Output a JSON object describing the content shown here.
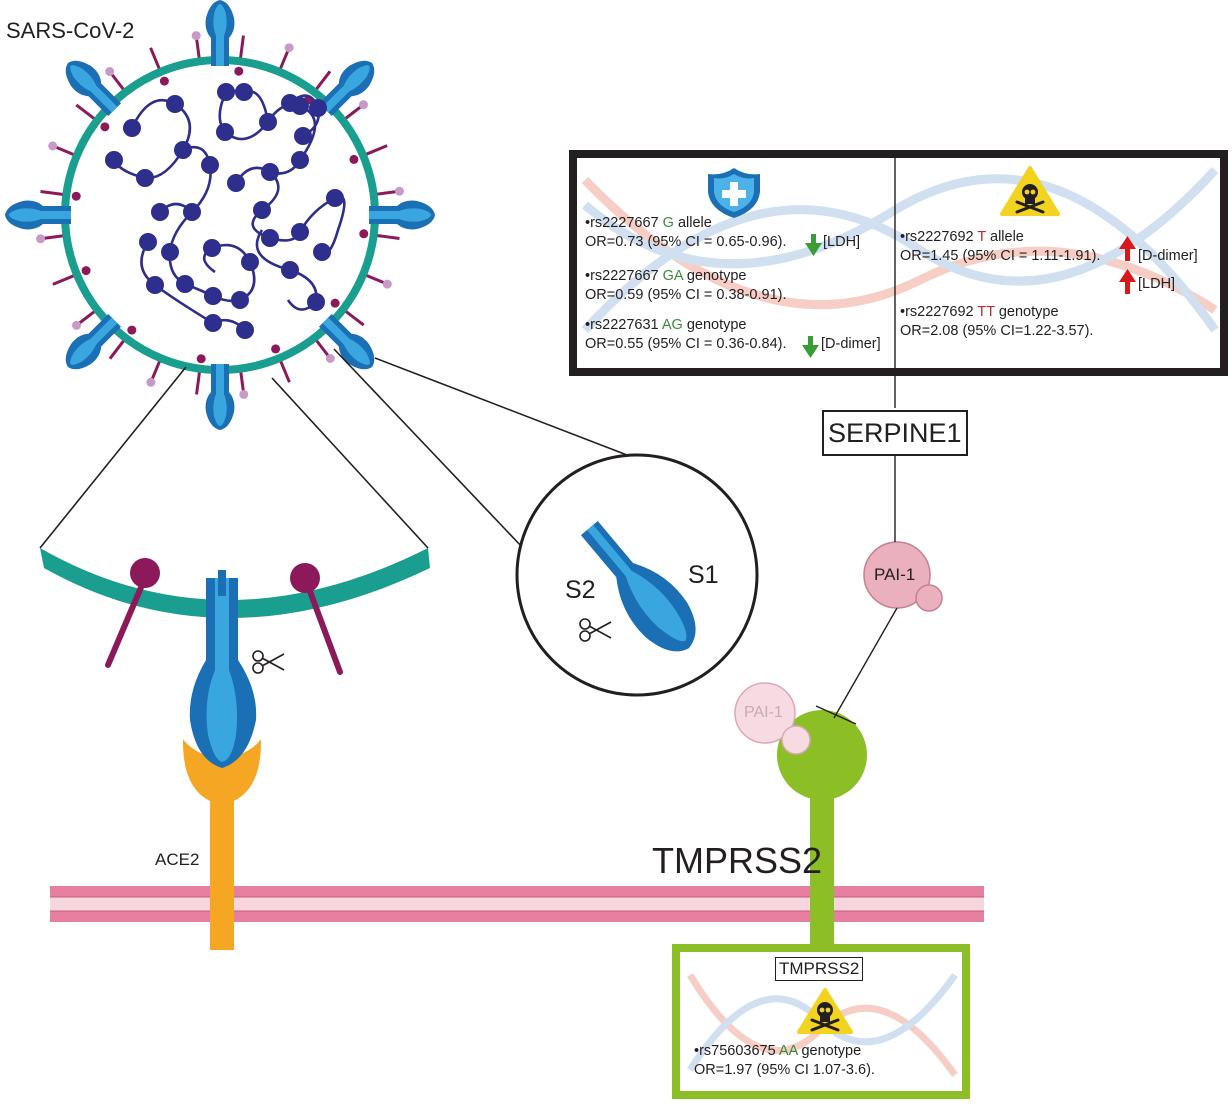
{
  "virus": {
    "label": "SARS-CoV-2"
  },
  "spike_zoom": {
    "s1_label": "S1",
    "s2_label": "S2"
  },
  "host": {
    "ace2_label": "ACE2",
    "tmprss2_label": "TMPRSS2",
    "pai1_label": "PAI-1",
    "pai1_bound_label": "PAI-1"
  },
  "serpine1": {
    "gene_label": "SERPINE1",
    "protective": [
      {
        "prefix": "•rs2227667 ",
        "allele": "G",
        "suffix": " allele",
        "or": "OR=0.73 (95% CI = 0.65-0.96).",
        "marker": "[LDH]"
      },
      {
        "prefix": "•rs2227667 ",
        "allele": "GA",
        "suffix": " genotype",
        "or": "OR=0.59 (95% CI = 0.38-0.91).",
        "marker": ""
      },
      {
        "prefix": "•rs2227631 ",
        "allele": "AG",
        "suffix": " genotype",
        "or": "OR=0.55 (95% CI = 0.36-0.84).",
        "marker": "[D-dimer]"
      }
    ],
    "risk": [
      {
        "prefix": "•rs2227692 ",
        "allele": "T",
        "suffix": " allele",
        "or": "OR=1.45 (95% CI = 1.11-1.91).",
        "marker": "[D-dimer]",
        "marker2": "[LDH]"
      },
      {
        "prefix": "•rs2227692 ",
        "allele": "TT",
        "suffix": " genotype",
        "or": "OR=2.08 (95% CI=1.22-3.57).",
        "marker": ""
      }
    ]
  },
  "tmprss2_box": {
    "gene_label": "TMPRSS2",
    "risk": [
      {
        "prefix": "•rs75603675 ",
        "allele": "AA",
        "suffix": " genotype",
        "or": "OR=1.97 (95% CI 1.07-3.6)."
      }
    ]
  },
  "colors": {
    "envelope": "#1a9e8f",
    "spike_dark": "#1b6fb5",
    "spike_light": "#3aa6e0",
    "rna_node": "#2e2e8c",
    "glyco": "#8c1a5a",
    "ace2": "#f5a623",
    "tmprss2": "#8cbf26",
    "membrane": "#e67fa0",
    "pai1": "#eab0be",
    "protective_green": "#3a9c34",
    "risk_red": "#d7191c",
    "hazard_yellow": "#f2d31f"
  }
}
